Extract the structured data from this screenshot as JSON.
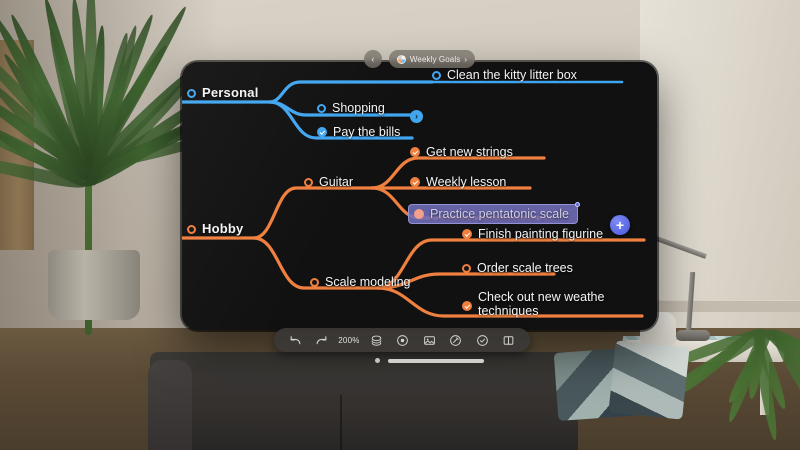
{
  "app": {
    "breadcrumb_back_icon": "chevron-left-icon",
    "app_icon": "app-logo-icon",
    "document_title": "Weekly Goals",
    "breadcrumb_forward": "›"
  },
  "colors": {
    "personal_branch": "#41a6f0",
    "hobby_branch": "#f0803f",
    "selection": "#716eb9",
    "add_button": "#4b57d8",
    "canvas_bg": "#111111"
  },
  "mindmap": {
    "branches": [
      {
        "id": "personal",
        "label": "Personal",
        "color": "#41a6f0",
        "children": [
          {
            "label": "Clean the kitty litter box",
            "state": "unchecked"
          },
          {
            "label": "Shopping",
            "state": "unchecked",
            "has_collapse_badge": true
          },
          {
            "label": "Pay the bills",
            "state": "checked"
          }
        ]
      },
      {
        "id": "hobby",
        "label": "Hobby",
        "color": "#f0803f",
        "children": [
          {
            "label": "Guitar",
            "state": "unchecked",
            "children": [
              {
                "label": "Get new strings",
                "state": "checked"
              },
              {
                "label": "Weekly lesson",
                "state": "checked"
              },
              {
                "label": "Practice pentatonic scale",
                "state": "unchecked",
                "selected": true
              }
            ]
          },
          {
            "label": "Scale modeling",
            "state": "unchecked",
            "children": [
              {
                "label": "Finish painting figurine",
                "state": "checked"
              },
              {
                "label": "Order scale trees",
                "state": "unchecked"
              },
              {
                "label": "Check out new weathe techniques",
                "state": "checked"
              }
            ]
          }
        ]
      }
    ]
  },
  "selection": {
    "add_button_label": "+",
    "resize_handle": "resize-handle"
  },
  "toolbar": {
    "items": [
      {
        "name": "undo-button",
        "icon": "undo-icon",
        "label": ""
      },
      {
        "name": "redo-button",
        "icon": "redo-icon",
        "label": ""
      },
      {
        "name": "zoom-level",
        "icon": "zoom-level",
        "label": "200%"
      },
      {
        "name": "style-button",
        "icon": "palette-icon",
        "label": ""
      },
      {
        "name": "focus-button",
        "icon": "target-icon",
        "label": ""
      },
      {
        "name": "image-button",
        "icon": "image-icon",
        "label": ""
      },
      {
        "name": "pen-button",
        "icon": "pen-icon",
        "label": ""
      },
      {
        "name": "checkmark-button",
        "icon": "check-circle-icon",
        "label": ""
      },
      {
        "name": "layout-button",
        "icon": "columns-icon",
        "label": ""
      }
    ]
  }
}
